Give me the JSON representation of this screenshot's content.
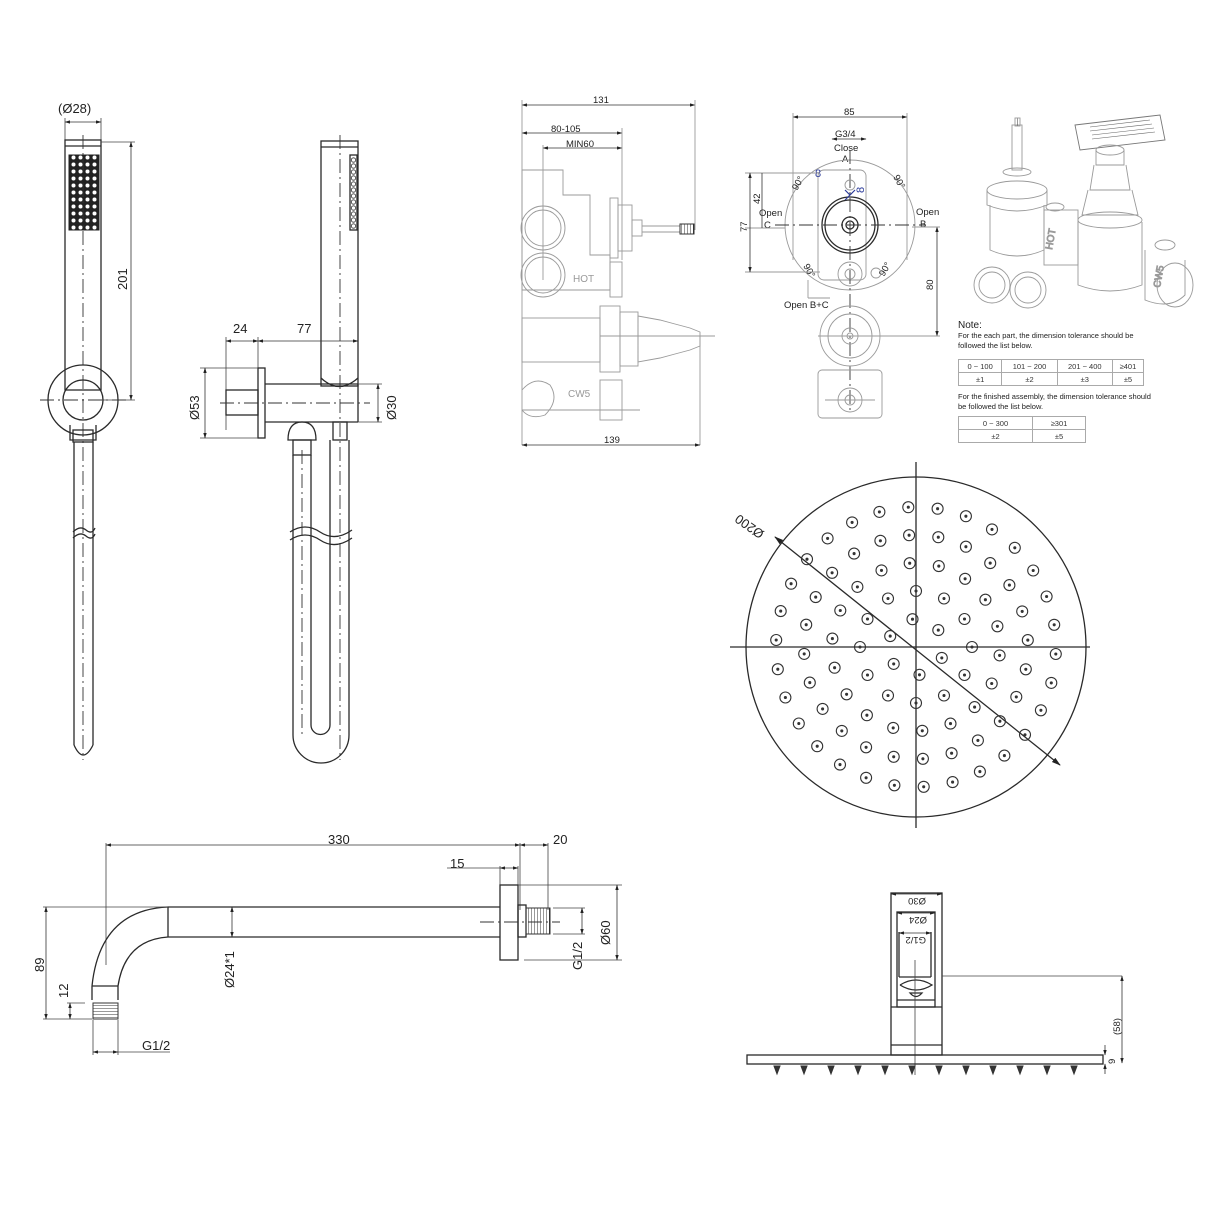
{
  "hand_shower_front": {
    "diameter_label": "(Ø28)",
    "length_label": "201",
    "holder_diameter_label": "Ø53"
  },
  "hand_shower_side": {
    "bracket_depth_label": "24",
    "offset_label": "77",
    "outlet_diameter_label": "Ø30",
    "wall_plate_diameter_label": "Ø53"
  },
  "valve_side": {
    "overall_depth_label": "131",
    "install_depth_label": "80-105",
    "min_depth_label": "MIN60",
    "bottom_depth_label": "139",
    "hot_label": "HOT",
    "cw5_label": "CW5"
  },
  "valve_front": {
    "width_label": "85",
    "thread_label": "G3/4",
    "close_label": "Close",
    "port_a_label": "A",
    "open_c_label": "Open",
    "port_c_label": "C",
    "open_b_label": "Open",
    "port_b_label": "B",
    "open_bc_label": "Open B+C",
    "angle_label": "90°",
    "height_42_label": "42",
    "height_77_label": "77",
    "height_80_label": "80",
    "offset_8_label": "8"
  },
  "note": {
    "title": "Note:",
    "part_text": "For the each part, the dimension tolerance should be followed the list below.",
    "part_table": {
      "ranges": [
        "0 ~ 100",
        "101 ~ 200",
        "201 ~ 400",
        "≥401"
      ],
      "tolerances": [
        "±1",
        "±2",
        "±3",
        "±5"
      ]
    },
    "assembly_text": "For the finished assembly, the dimension tolerance should be followed the list below.",
    "assembly_table": {
      "ranges": [
        "0 ~ 300",
        "≥301"
      ],
      "tolerances": [
        "±2",
        "±5"
      ]
    }
  },
  "shower_head_top": {
    "diameter_label": "Ø200"
  },
  "shower_arm": {
    "length_label": "330",
    "flange_label": "15",
    "thread_length_label": "20",
    "flange_diameter_label": "Ø60",
    "wall_thread_label": "G1/2",
    "pipe_diameter_label": "Ø24*1",
    "drop_label": "89",
    "outlet_thread_length_label": "12",
    "outlet_thread_label": "G1/2"
  },
  "shower_head_side": {
    "collar_diameter_label": "Ø30",
    "inner_diameter_label": "Ø24",
    "thread_label": "G1/2",
    "height_label": "(58)",
    "thickness_label": "9"
  }
}
